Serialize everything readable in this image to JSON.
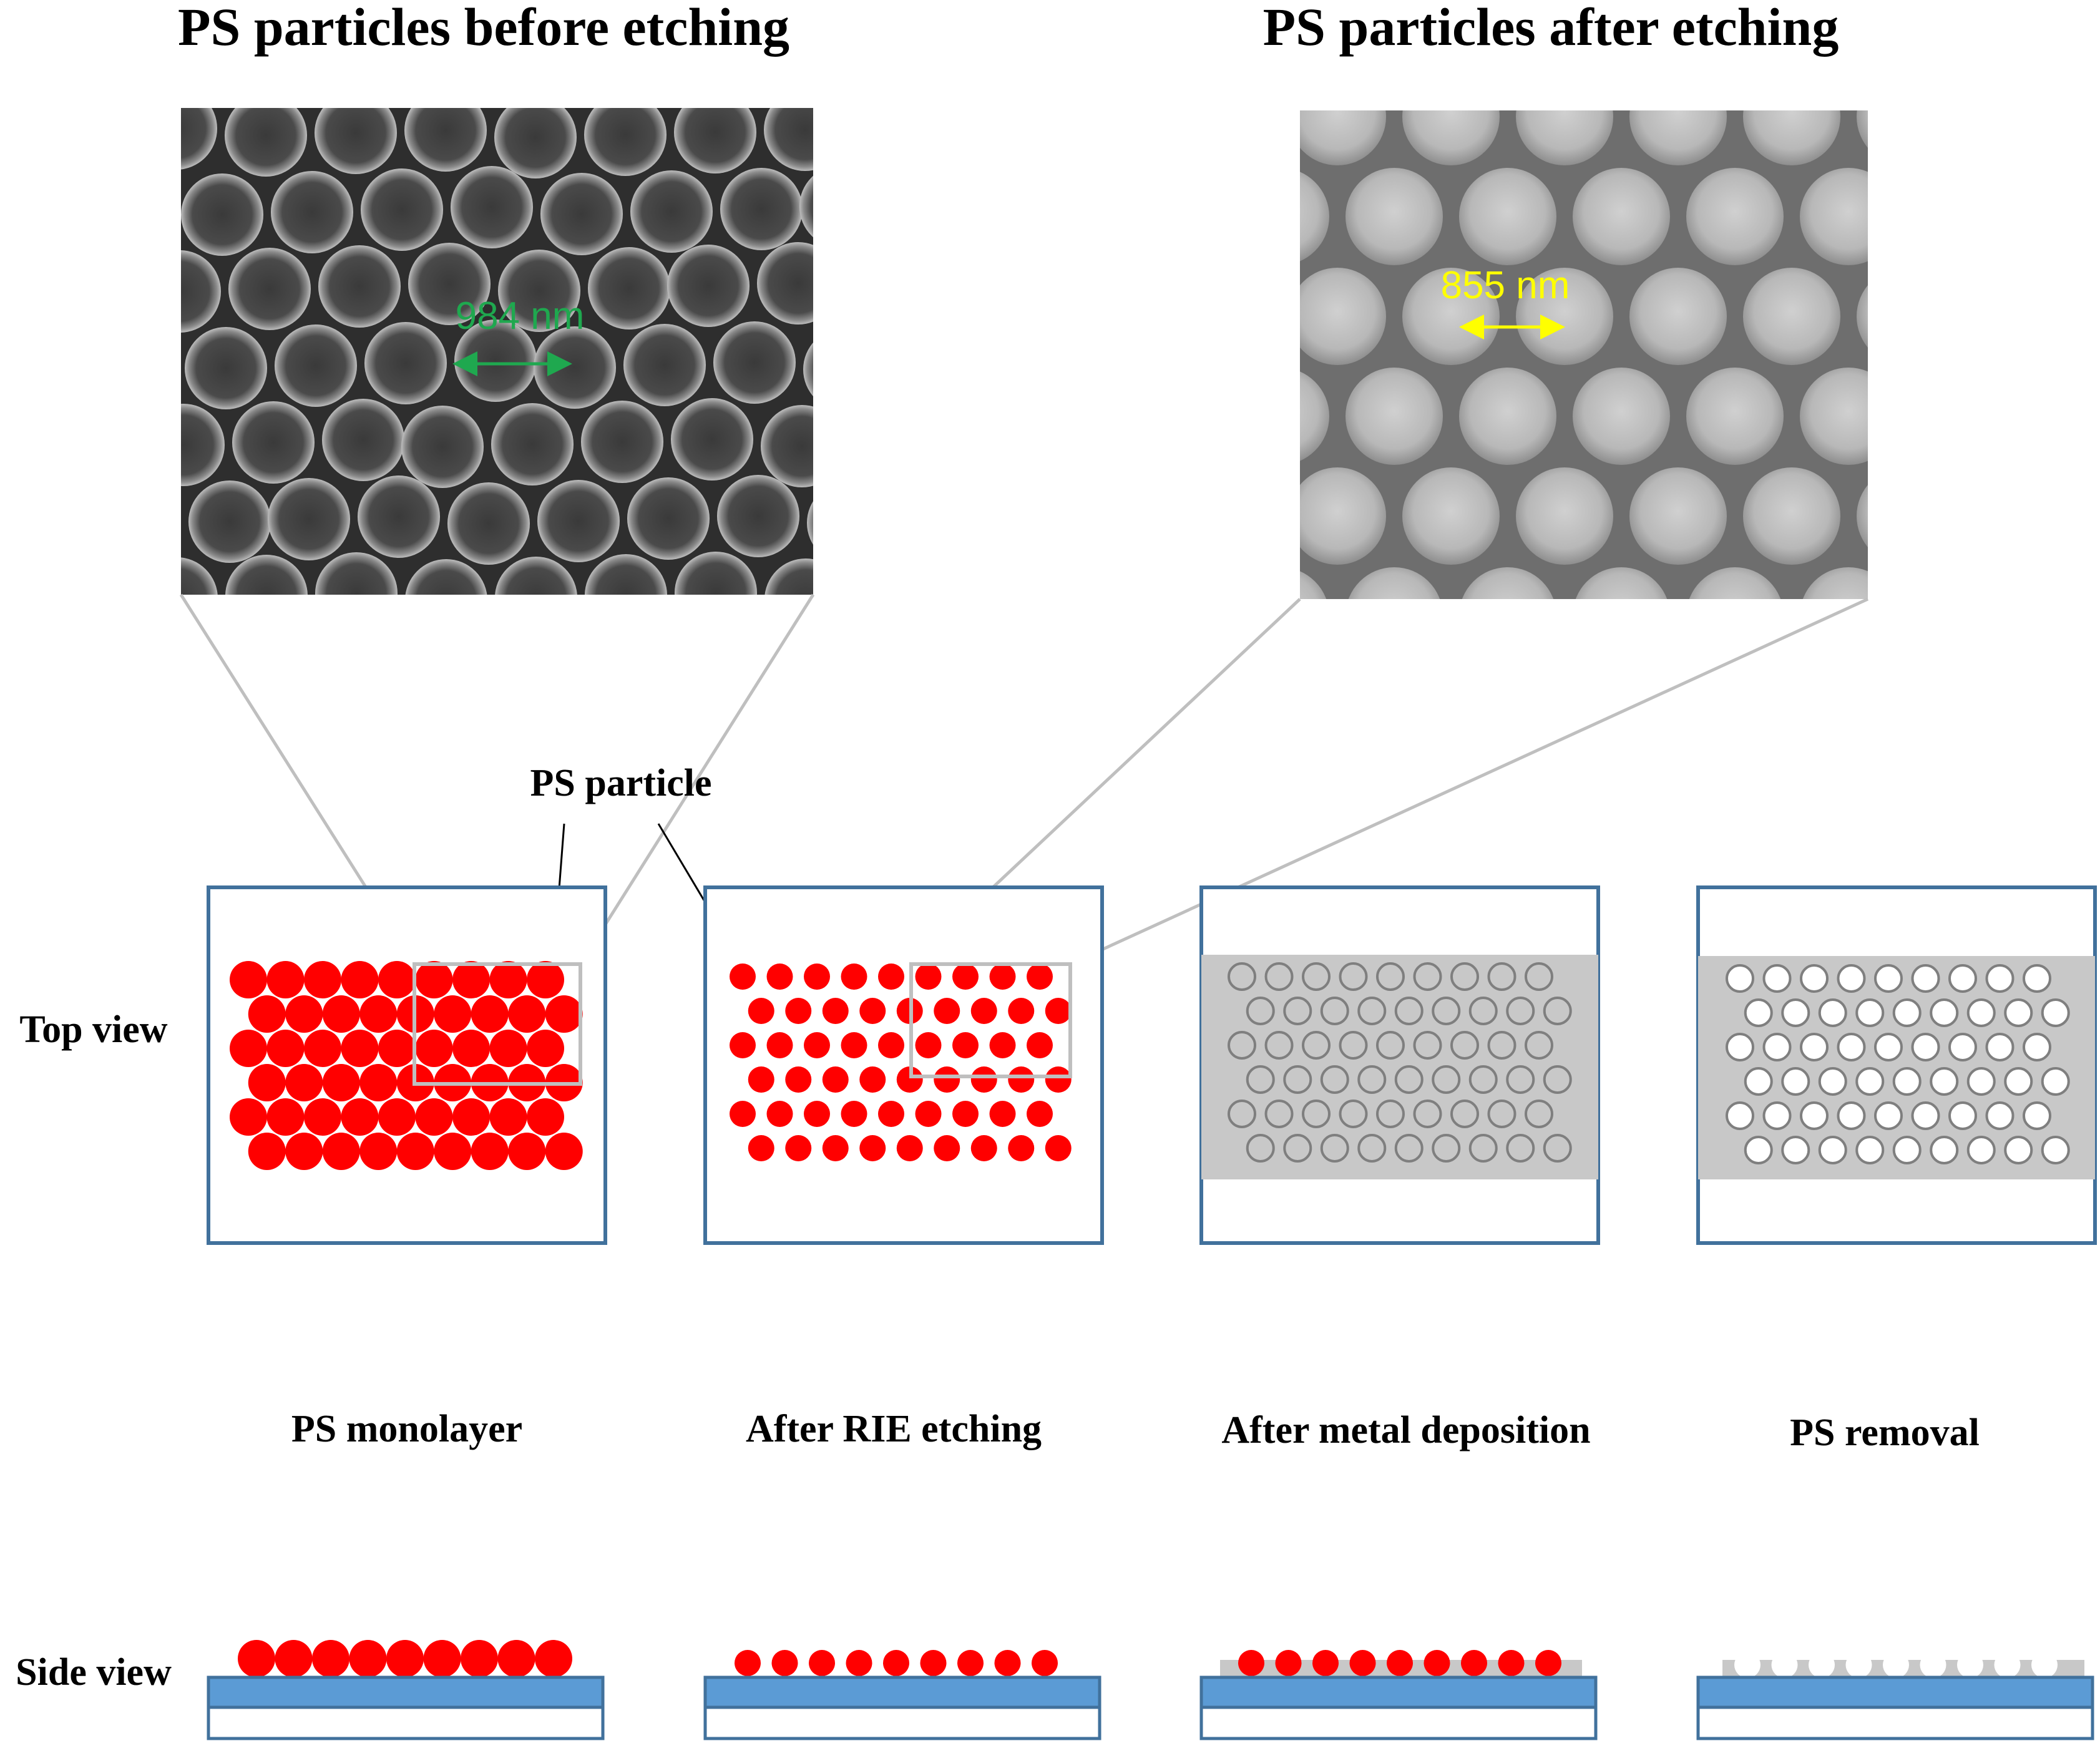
{
  "titles": {
    "before": "PS particles before etching",
    "after": "PS particles after etching"
  },
  "sem": {
    "before_measure": "984 nm",
    "after_measure": "855 nm"
  },
  "labels": {
    "ps_particle": "PS particle",
    "top_view": "Top view",
    "side_view": "Side view"
  },
  "steps": [
    {
      "caption": "PS monolayer"
    },
    {
      "caption": "After RIE etching"
    },
    {
      "caption": "After metal deposition"
    },
    {
      "caption": "PS removal"
    }
  ],
  "colors": {
    "particle": "#ff0000",
    "frame": "#41719c",
    "metal": "#c8c8c8",
    "substrate": "#5b9bd5",
    "zoom_line": "#bfbfbf",
    "measure_before": "#1fa84f",
    "measure_after": "#ffff00",
    "hole_stroke": "#7f7f7f"
  }
}
